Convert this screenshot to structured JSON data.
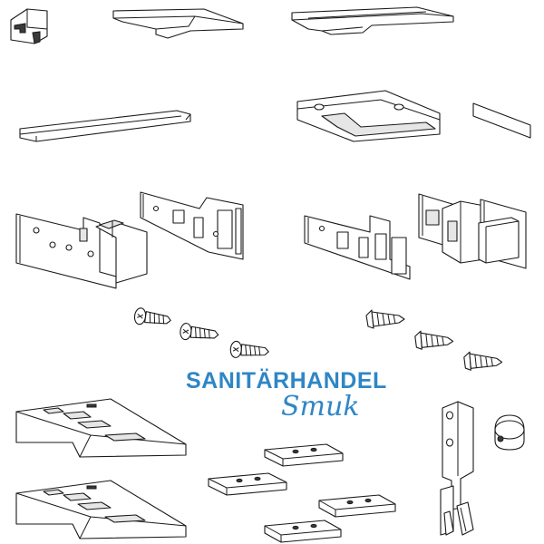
{
  "watermark": {
    "line1": "SANITÄRHANDEL",
    "line2": "Smuk",
    "color": "#2f86c6"
  },
  "line_color": "#1a1a1a",
  "parts": [
    "end-cap",
    "guide-plate-left",
    "guide-plate-right",
    "guide-rail",
    "corner-bracket",
    "shim-strip",
    "mounting-plate-left",
    "bracket-plate-left",
    "bracket-plate-right",
    "mounting-plate-right",
    "screw",
    "screw",
    "screw",
    "screw",
    "screw",
    "screw",
    "wedge",
    "wedge",
    "spacer-pad",
    "spacer-pad",
    "spacer-pad",
    "spacer-pad",
    "latch-clip",
    "round-stopper"
  ]
}
